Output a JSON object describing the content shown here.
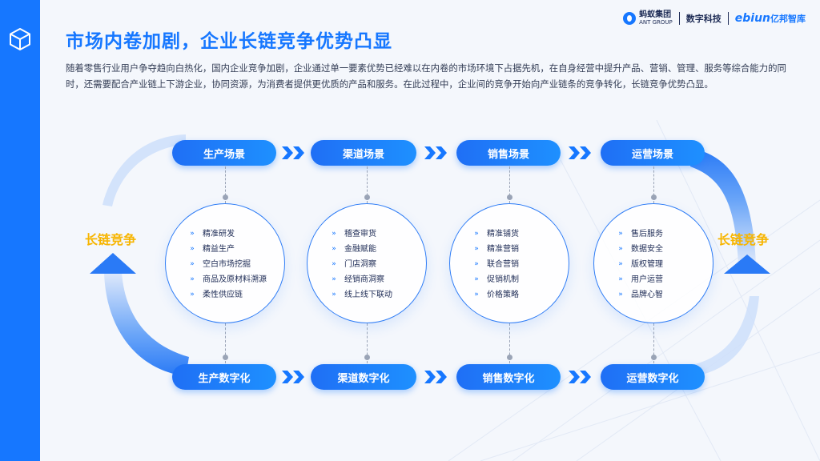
{
  "page": {
    "title": "市场内卷加剧，企业长链竞争优势凸显",
    "intro": "随着零售行业用户争夺趋向白热化，国内企业竞争加剧，企业通过单一要素优势已经难以在内卷的市场环境下占据先机，在自身经营中提升产品、营销、管理、服务等综合能力的同时，还需要配合产业链上下游企业，协同资源，为消费者提供更优质的产品和服务。在此过程中，企业间的竞争开始向产业链条的竞争转化，长链竞争优势凸显。"
  },
  "logos": {
    "ant_cn": "蚂蚁集团",
    "ant_en": "ANT GROUP",
    "digital": "数字科技",
    "ebiun_en": "ebiun",
    "ebiun_cn": "亿邦智库"
  },
  "diagram": {
    "side_label_left": "长链竞争",
    "side_label_right": "长链竞争",
    "top_stages": [
      "生产场景",
      "渠道场景",
      "销售场景",
      "运营场景"
    ],
    "bottom_stages": [
      "生产数字化",
      "渠道数字化",
      "销售数字化",
      "运营数字化"
    ],
    "circles": [
      {
        "items": [
          "精准研发",
          "精益生产",
          "空白市场挖掘",
          "商品及原材料溯源",
          "柔性供应链"
        ]
      },
      {
        "items": [
          "稽查审货",
          "金融赋能",
          "门店洞察",
          "经销商洞察",
          "线上线下联动"
        ]
      },
      {
        "items": [
          "精准铺货",
          "精准营销",
          "联合营销",
          "促销机制",
          "价格策略"
        ]
      },
      {
        "items": [
          "售后服务",
          "数据安全",
          "版权管理",
          "用户运营",
          "品牌心智"
        ]
      }
    ],
    "bullet_glyph": "»"
  },
  "colors": {
    "primary": "#1677ff",
    "accent": "#f7b500",
    "text": "#1d2b55"
  }
}
